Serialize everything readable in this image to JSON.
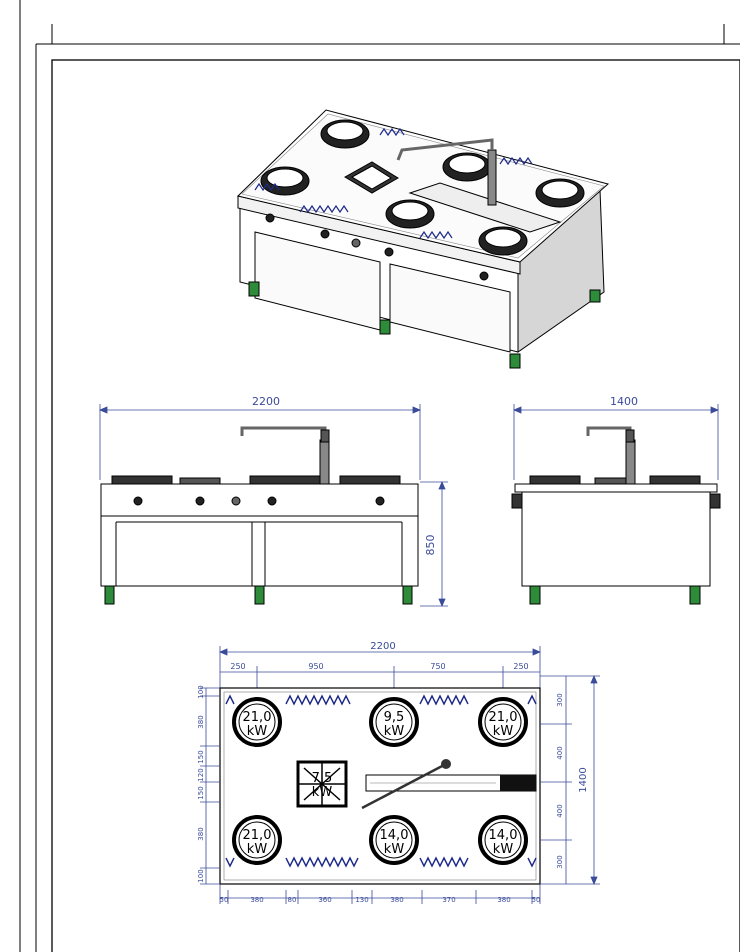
{
  "front_view": {
    "width_label": "2200",
    "height_label": "850"
  },
  "side_view": {
    "depth_label": "1400"
  },
  "plan": {
    "total_width": "2200",
    "top_dims": [
      "250",
      "950",
      "750",
      "250"
    ],
    "bottom_dims": [
      "50",
      "380",
      "80",
      "360",
      "130",
      "380",
      "370",
      "380",
      "50"
    ],
    "left_dims": [
      "100",
      "380",
      "150",
      "120",
      "150",
      "380",
      "100"
    ],
    "right_dims": [
      "300",
      "400",
      "400",
      "300"
    ],
    "right_total": "1400",
    "burners": [
      {
        "value": "21,0",
        "unit": "kW"
      },
      {
        "value": "9,5",
        "unit": "kW"
      },
      {
        "value": "21,0",
        "unit": "kW"
      },
      {
        "value": "7,5",
        "unit": "kW"
      },
      {
        "value": "21,0",
        "unit": "kW"
      },
      {
        "value": "14,0",
        "unit": "kW"
      },
      {
        "value": "14,0",
        "unit": "kW"
      }
    ]
  },
  "colors": {
    "dimension": "#3a4b9a",
    "feet": "#2e8b3a",
    "flames": "#1e2a8a"
  }
}
